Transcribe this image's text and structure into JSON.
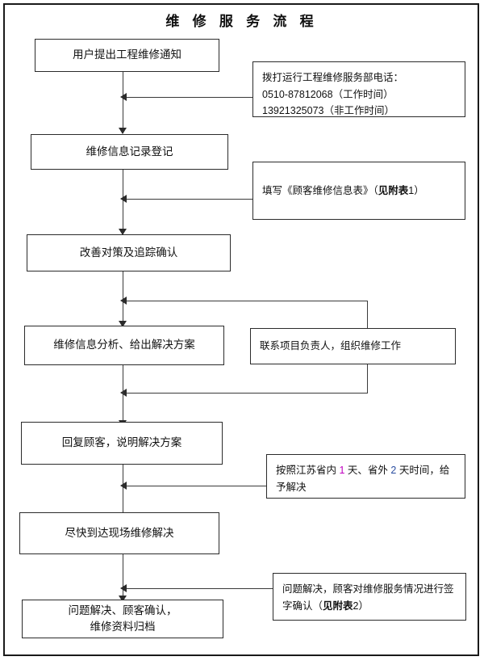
{
  "document": {
    "title": "维 修 服 务 流 程",
    "type": "flowchart"
  },
  "process_steps": [
    {
      "id": "step-1",
      "label": "用户提出工程维修通知"
    },
    {
      "id": "step-2",
      "label": "维修信息记录登记"
    },
    {
      "id": "step-3",
      "label": "改善对策及追踪确认"
    },
    {
      "id": "step-4",
      "label": "维修信息分析、给出解决方案"
    },
    {
      "id": "step-5",
      "label": "回复顾客，说明解决方案"
    },
    {
      "id": "step-6",
      "label": "尽快到达现场维修解决"
    },
    {
      "id": "step-7",
      "label": "问题解决、顾客确认，\n维修资料归档"
    }
  ],
  "notes": [
    {
      "id": "note-phone",
      "line1": "拨打运行工程维修服务部电话：",
      "line2": "0510-87812068（工作时间）",
      "line3": "13921325073（非工作时间）"
    },
    {
      "id": "note-form",
      "text_before": "填写《顾客维修信息表》（",
      "text_bold": "见附表",
      "text_num": "1",
      "text_after": "）"
    },
    {
      "id": "note-organize",
      "text": "联系项目负责人，组织维修工作"
    },
    {
      "id": "note-deadline",
      "part1": "按照江苏省内 ",
      "num1": "1",
      "part2": " 天、省外 ",
      "num2": "2",
      "part3": " 天时间，给予解决"
    },
    {
      "id": "note-signoff",
      "text_before": "问题解决，顾客对维修服务情况进行签字确认（",
      "text_bold": "见附表",
      "text_num": "2",
      "text_after": "）"
    }
  ],
  "colors": {
    "frame": "#1a1a1a",
    "box_border": "#2b2b2b",
    "connector": "#3a3a3a",
    "text": "#111111",
    "highlight_1": "#c000c0",
    "highlight_2": "#2b4ea0"
  }
}
